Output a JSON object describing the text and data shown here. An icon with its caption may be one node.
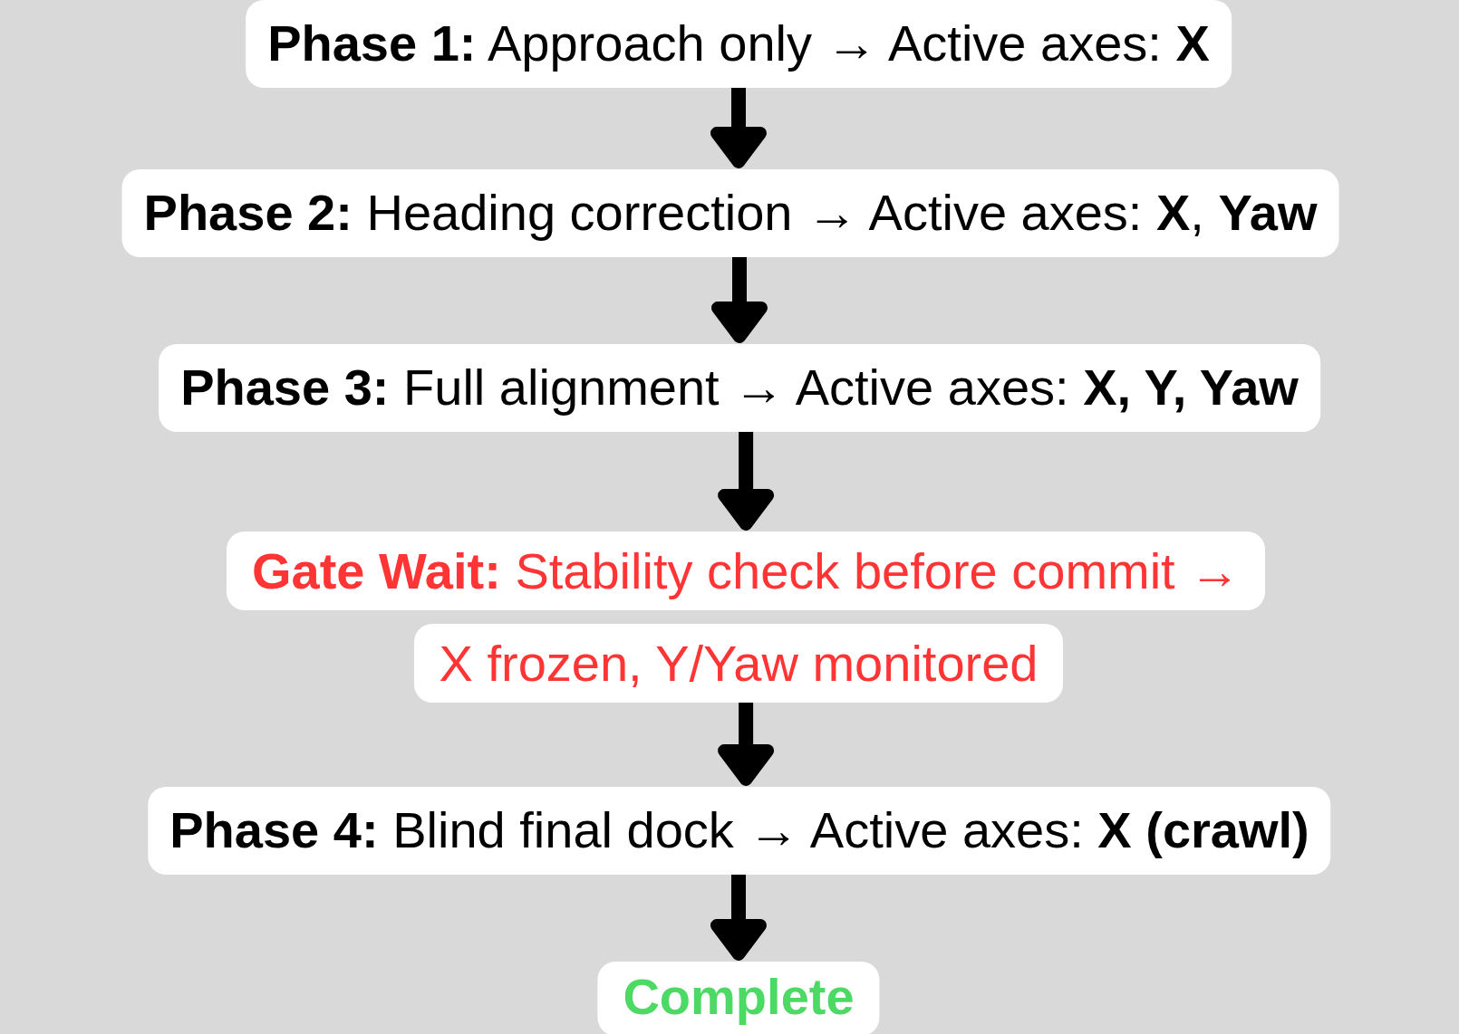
{
  "diagram": {
    "nodes": [
      {
        "text": [
          "**Phase 1:** Approach only → Active axes: **X**"
        ]
      },
      {
        "text": [
          "**Phase 2:** Heading correction → Active axes: **X**, **Yaw**"
        ]
      },
      {
        "text": [
          "**Phase 3:** Full alignment → Active axes: **X, Y, Yaw**"
        ]
      },
      {
        "text": [
          "**Gate Wait:** Stability check before commit → X frozen, Y/Yaw monitored"
        ]
      },
      {
        "text": [
          "**Phase 4:** Blind final dock → Active axes: **X (crawl)**"
        ]
      },
      {
        "text": [
          "Complete"
        ]
      }
    ],
    "edges": [
      {
        "from": 0,
        "to": 1,
        "arrow": "to"
      },
      {
        "from": 1,
        "to": 2,
        "arrow": "to"
      },
      {
        "from": 2,
        "to": 3,
        "arrow": "to"
      },
      {
        "from": 3,
        "to": 4,
        "arrow": "to"
      },
      {
        "from": 4,
        "to": 5,
        "arrow": "to"
      }
    ]
  }
}
